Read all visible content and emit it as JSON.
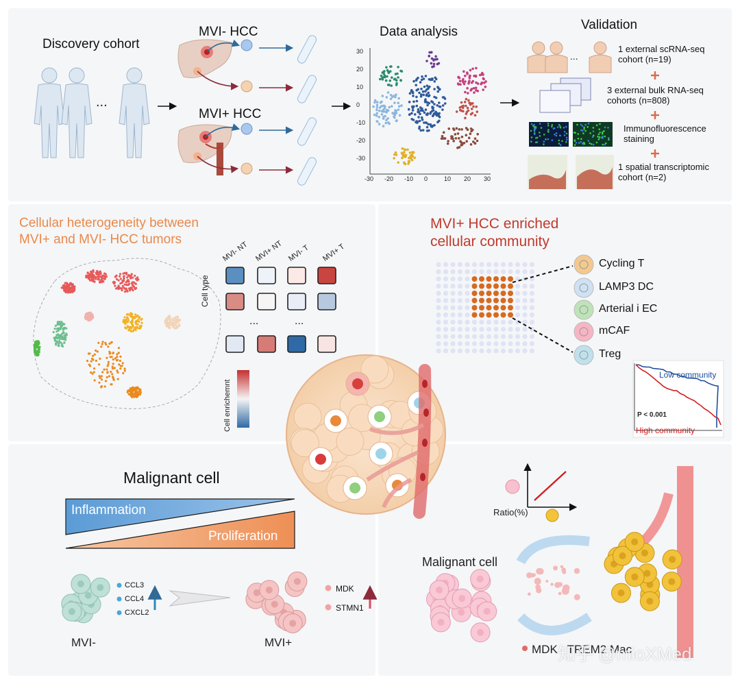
{
  "discovery": {
    "title": "Discovery cohort",
    "ellipsis": "..."
  },
  "hcc": {
    "neg_label": "MVI- HCC",
    "pos_label": "MVI+ HCC"
  },
  "analysis": {
    "title": "Data analysis",
    "x_ticks": [
      "-30",
      "-20",
      "-10",
      "0",
      "10",
      "20",
      "30"
    ],
    "y_ticks": [
      "30",
      "20",
      "10",
      "0",
      "-10",
      "-20",
      "-30"
    ]
  },
  "validation": {
    "title": "Validation",
    "items": [
      {
        "text": "1 external scRNA-seq\ncohort (n=19)"
      },
      {
        "text": "3 external bulk RNA-seq\ncohorts (n=808)"
      },
      {
        "text": "Immunofluorescence\nstaining"
      },
      {
        "text": "1 spatial transcriptomic\ncohort (n=2)"
      }
    ],
    "plus": "+",
    "people_ellipsis": "..."
  },
  "heterogeneity": {
    "title_line1": "Cellular heterogeneity between",
    "title_line2": "MVI+ and MVI- HCC tumors",
    "col_labels": [
      "MVI- NT",
      "MVI+ NT",
      "MVI- T",
      "MVI+ T"
    ],
    "row_label": "Cell type",
    "ellipsis": "...",
    "colorbar_label": "Cell enrichemnt",
    "heat_rows": [
      [
        "#5b8fc0",
        "#eef3f9",
        "#fbe9e6",
        "#c9453f"
      ],
      [
        "#d98b85",
        "#f7f4f4",
        "#e9eef6",
        "#b6c9de"
      ],
      [
        "#e3e9f4",
        "#d67b76",
        "#2f6aa6",
        "#f8e4e2"
      ]
    ]
  },
  "community": {
    "title_line1": "MVI+ HCC enriched",
    "title_line2": "cellular community",
    "members": [
      {
        "name": "Cycling T",
        "color": "#f3c98e"
      },
      {
        "name": "LAMP3 DC",
        "color": "#cfe2f3"
      },
      {
        "name": "Arterial i EC",
        "color": "#bfe3b8"
      },
      {
        "name": "mCAF",
        "color": "#f7b5c4"
      },
      {
        "name": "Treg",
        "color": "#bfe1ee"
      }
    ],
    "km": {
      "low_label": "Low community",
      "high_label": "High community",
      "p_label": "P < 0.001"
    }
  },
  "malignant": {
    "title": "Malignant cell",
    "bar_top": "Inflammation",
    "bar_bottom": "Proliferation",
    "neg_genes": [
      "CCL3",
      "CCL4",
      "CXCL2"
    ],
    "pos_genes": [
      "MDK",
      "STMN1"
    ],
    "neg_label": "MVI-",
    "pos_label": "MVI+"
  },
  "interaction": {
    "ratio_label": "Ratio(%)",
    "malignant_label": "Malignant cell",
    "bottom_label": "MDK   TREM2 Mac"
  },
  "watermark": "知乎 @mioXMed",
  "colors": {
    "panel_bg": "#f5f6f8",
    "orange_title": "#e8894a",
    "red_title": "#c0392b",
    "low_blue": "#1f4e9c",
    "high_red": "#d21f1f"
  }
}
